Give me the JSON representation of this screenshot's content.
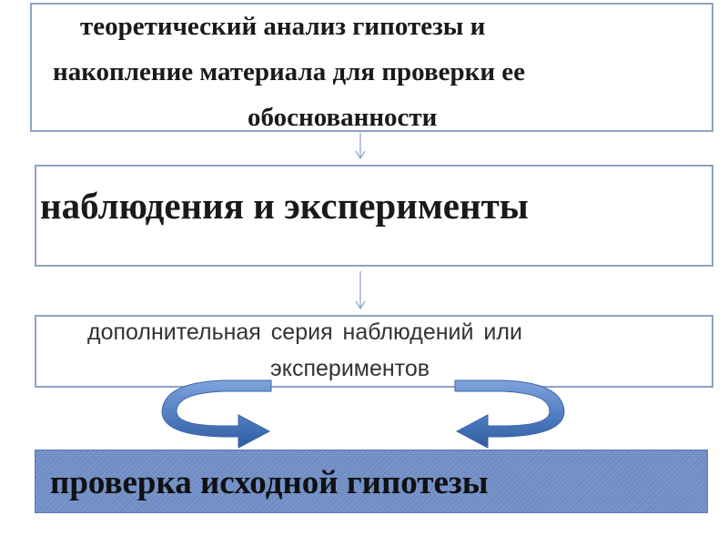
{
  "box1": {
    "lines": [
      "теоретический  анализ гипотезы и",
      "накопление материала для проверки ее",
      "обоснованности"
    ]
  },
  "box2": {
    "text": "наблюдения и эксперименты"
  },
  "box3": {
    "lines": [
      "дополнительная  серия  наблюдений  или",
      "экспериментов"
    ]
  },
  "box4": {
    "text": "проверка  исходной гипотезы"
  },
  "colors": {
    "box_border": "#8da3c1",
    "cycle_arrow": "#4f7cc0",
    "final_box_fill": "#6d8cc6"
  }
}
